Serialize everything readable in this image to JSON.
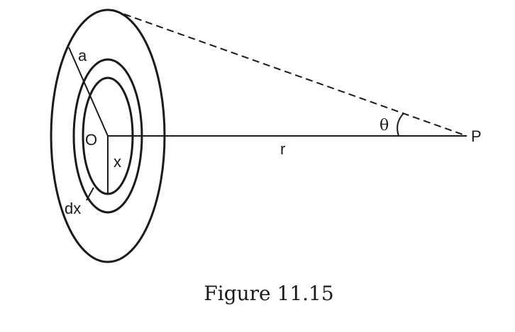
{
  "labels": {
    "radius_a": "a",
    "center_o": "O",
    "ring_radius_x": "x",
    "ring_width_dx": "dx",
    "distance_r": "r",
    "angle_theta": "θ",
    "point_p": "P"
  },
  "caption": "Figure 11.15"
}
